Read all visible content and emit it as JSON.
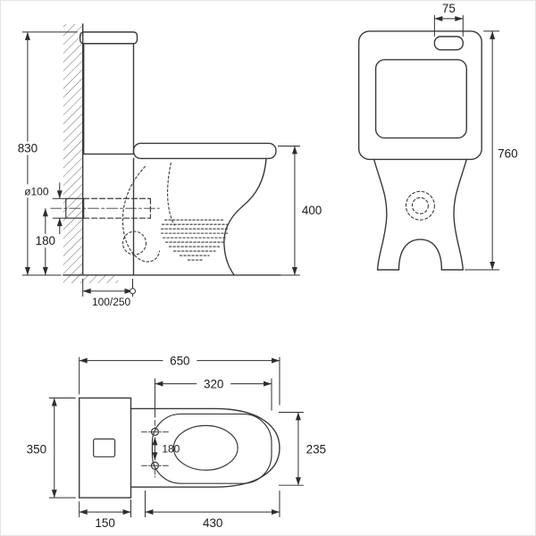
{
  "drawing": {
    "subject": "toilet-installation-technical-drawing",
    "line_color": "#3a3a3a",
    "dim_color": "#2e2e2e",
    "background": "#ffffff"
  },
  "dimensions": {
    "overall_height": "830",
    "outlet_diameter": "ø100",
    "outlet_height": "180",
    "outlet_offset": "100/250",
    "rim_height": "400",
    "button_width": "75",
    "front_height": "760",
    "overall_length": "650",
    "seat_opening": "320",
    "overall_width": "350",
    "bowl_width": "235",
    "hinge_spacing": "180",
    "tank_depth": "150",
    "bowl_length": "430"
  }
}
